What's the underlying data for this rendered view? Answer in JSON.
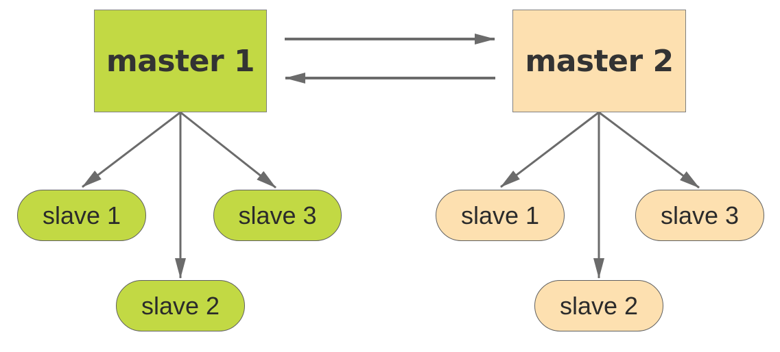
{
  "masters": [
    {
      "label": "master 1",
      "color": "#c2d944"
    },
    {
      "label": "master 2",
      "color": "#fde0b0"
    }
  ],
  "clusters": [
    {
      "slaves": [
        "slave 1",
        "slave 2",
        "slave 3"
      ]
    },
    {
      "slaves": [
        "slave 1",
        "slave 2",
        "slave 3"
      ]
    }
  ],
  "colors": {
    "arrow": "#6b6b6b",
    "border": "#7f7f7f",
    "text": "#333333"
  }
}
